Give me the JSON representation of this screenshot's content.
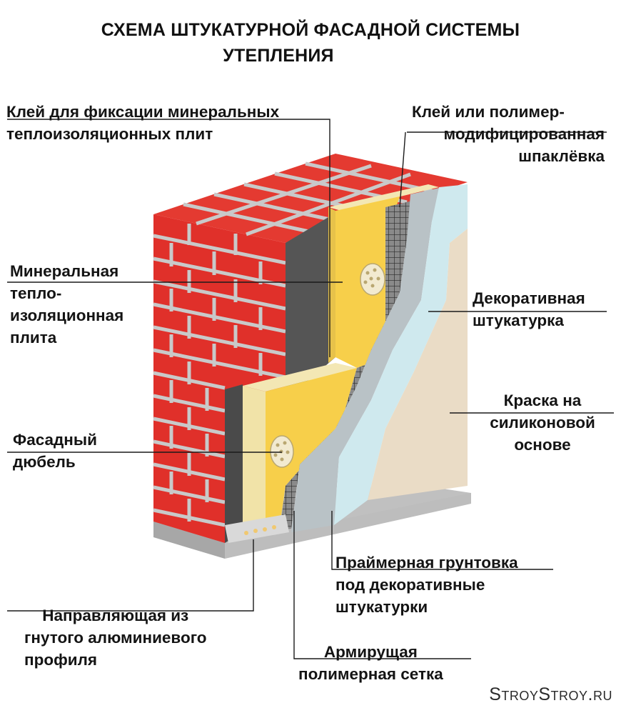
{
  "title": {
    "line1": "СХЕМА ШТУКАТУРНОЙ ФАСАДНОЙ СИСТЕМЫ",
    "line2": "УТЕПЛЕНИЯ"
  },
  "labels": {
    "glue_insulation": [
      "Клей для фиксации минеральных",
      "теплоизоляционных плит"
    ],
    "glue_polymer": [
      "Клей или полимер-",
      "модифицированная",
      "шпаклёвка"
    ],
    "mineral_board": [
      "Минеральная",
      "тепло-",
      "изоляционная",
      "плита"
    ],
    "decor_plaster": [
      "Декоративная",
      "штукатурка"
    ],
    "silicone_paint": [
      "Краска на",
      "силиконовой",
      "основе"
    ],
    "facade_dowel": [
      "Фасадный",
      "дюбель"
    ],
    "primer": [
      "Праймерная грунтовка",
      "под декоративные",
      "штукатурки"
    ],
    "guide_profile": [
      "Направляющая из",
      "гнутого алюминиевого",
      "профиля"
    ],
    "mesh": [
      "Армирущая",
      "полимерная сетка"
    ]
  },
  "watermark": "StroyStroy.ru",
  "colors": {
    "brick": "#e0302a",
    "mortar": "#c9c9c9",
    "insulation": "#f7cf4a",
    "insulation_side": "#f1e3a8",
    "mesh_layer": "#7d7d7d",
    "primer_layer": "#b9c2c6",
    "plaster_layer": "#cfe9ee",
    "paint_layer": "#eadcc6",
    "base": "#b8b8b8"
  }
}
